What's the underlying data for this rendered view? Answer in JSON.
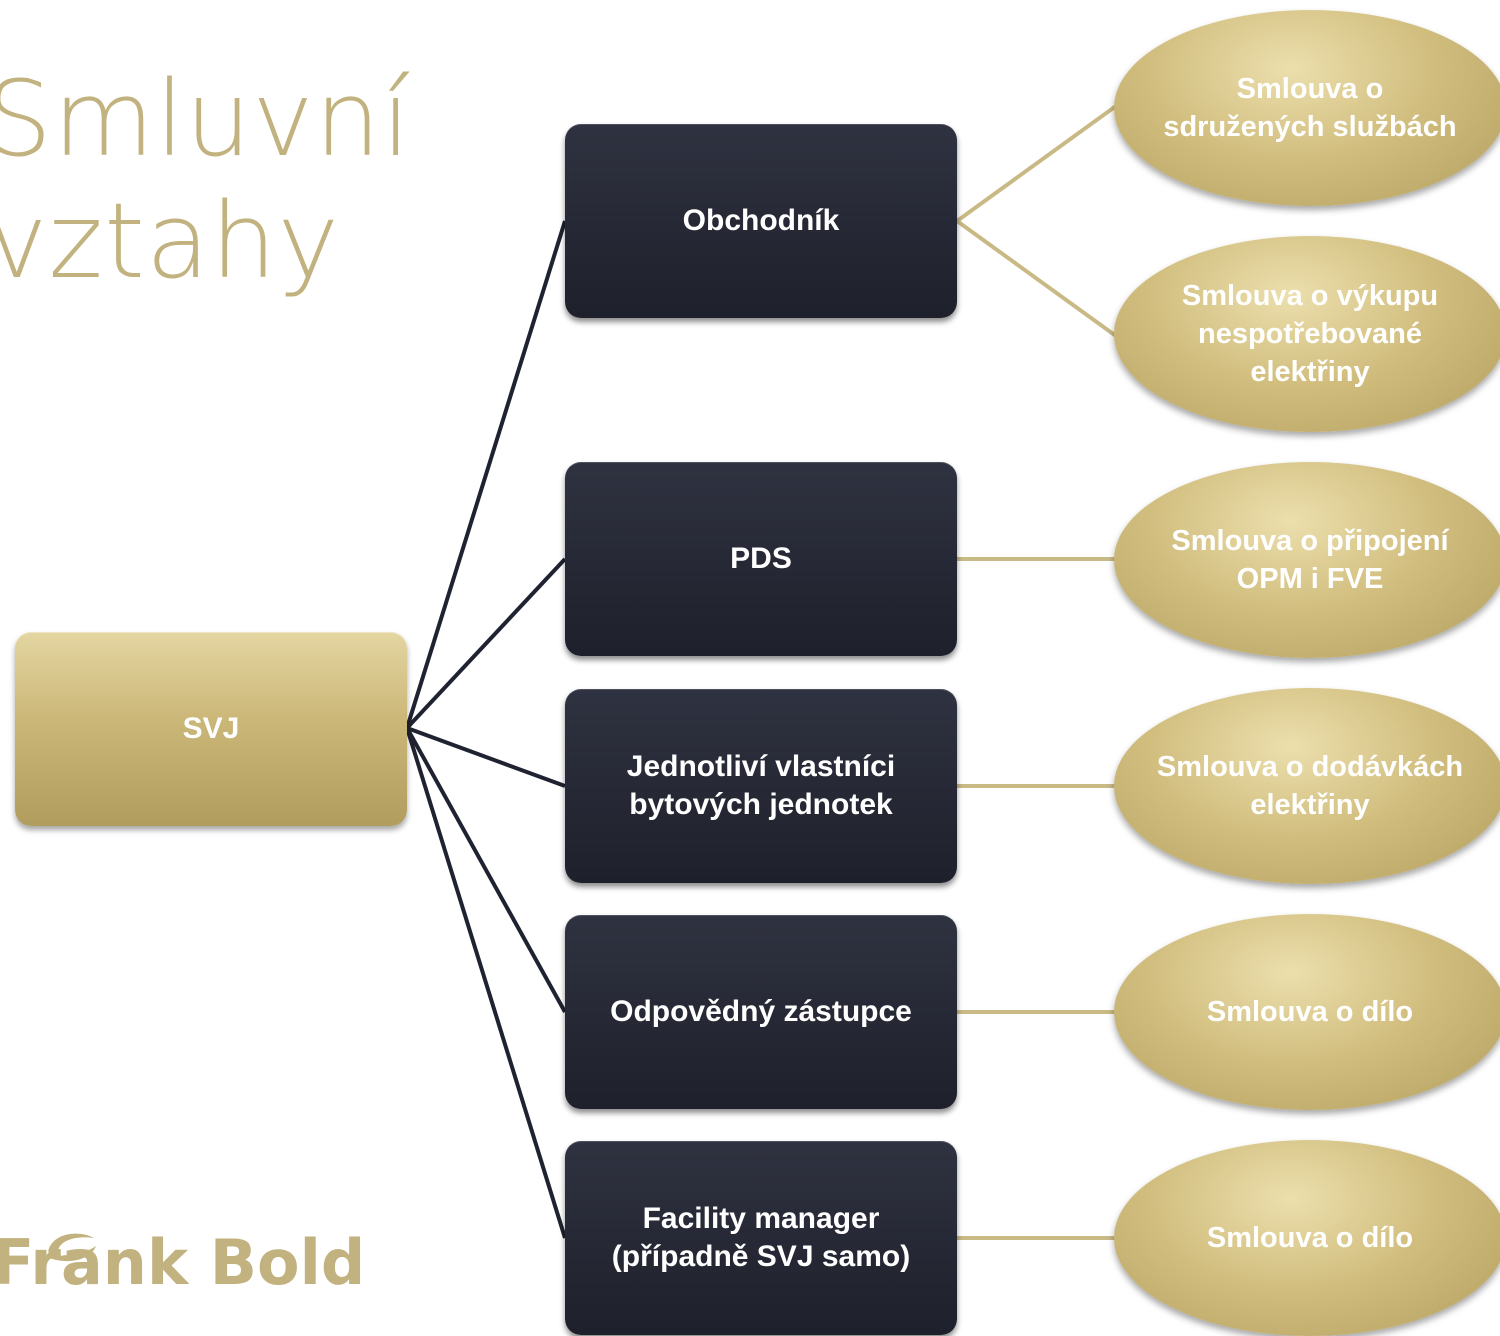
{
  "title": {
    "line1": "Smluvní",
    "line2": "vztahy"
  },
  "root": {
    "label": "SVJ"
  },
  "parties": [
    {
      "label": "Obchodník"
    },
    {
      "label": "PDS"
    },
    {
      "label": "Jednotliví vlastníci bytových jednotek"
    },
    {
      "label": "Odpovědný zástupce"
    },
    {
      "label": "Facility manager (případně SVJ samo)"
    }
  ],
  "contracts": [
    {
      "label": "Smlouva o sdružených službách"
    },
    {
      "label": "Smlouva o výkupu nespotřebované elektřiny"
    },
    {
      "label": "Smlouva o připojení OPM i FVE"
    },
    {
      "label": "Smlouva o dodávkách elektřiny"
    },
    {
      "label": "Smlouva o dílo"
    },
    {
      "label": "Smlouva o dílo"
    }
  ],
  "logo": {
    "text": "Frank Bold"
  },
  "colors": {
    "gold": "#c2b27f",
    "dark": "#252834",
    "line_dark": "#1f2230",
    "line_gold": "#c8b985"
  }
}
